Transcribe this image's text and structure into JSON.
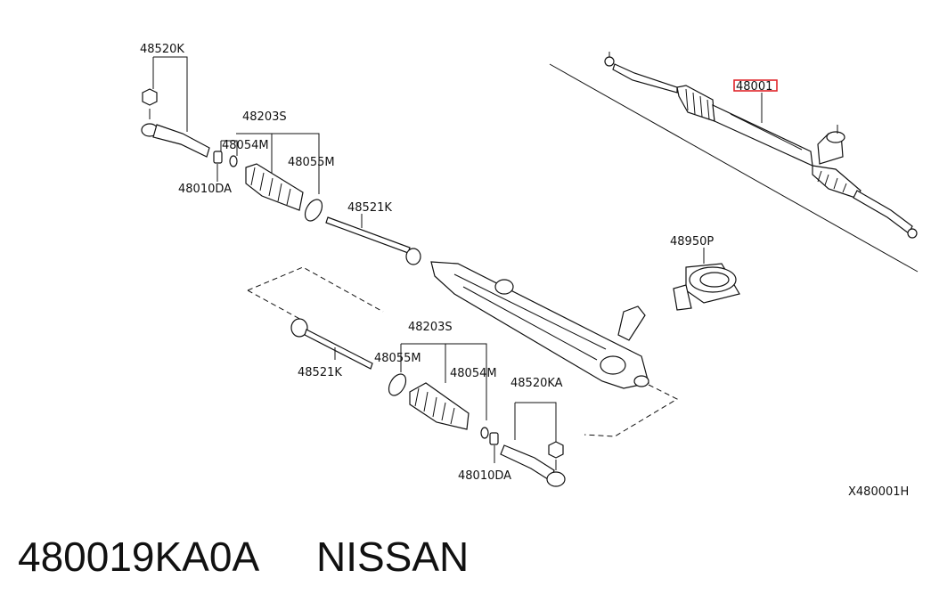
{
  "diagram": {
    "labels": {
      "tie_rod_end_upper": "48520K",
      "boot_upper": "48203S",
      "clamp_upper_a": "48054M",
      "clamp_upper_b": "48055M",
      "nut_upper": "48010DA",
      "inner_tie_rod_upper": "48521K",
      "rack_assembly": "48001",
      "grommet": "48950P",
      "boot_lower": "48203S",
      "clamp_lower_b": "48055M",
      "inner_tie_rod_lower": "48521K",
      "clamp_lower_a": "48054M",
      "tie_rod_end_lower": "48520KA",
      "nut_lower": "48010DA",
      "drawing_code": "X480001H"
    }
  },
  "footer": {
    "part_number": "480019KA0A",
    "brand": "NISSAN"
  },
  "colors": {
    "highlight": "#e0262b",
    "ink": "#111111"
  }
}
